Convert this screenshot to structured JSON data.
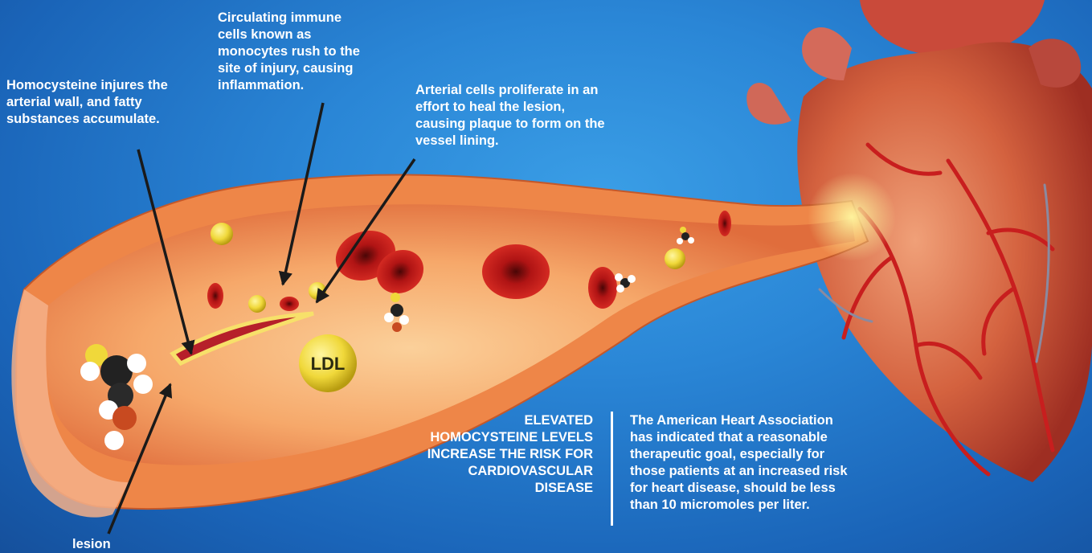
{
  "captions": {
    "homocysteine": "Homocysteine injures the arterial wall, and fatty substances accumulate.",
    "monocytes": "Circulating immune cells known as monocytes rush to the site of injury, causing inflammation.",
    "proliferate": "Arterial cells proliferate in an effort to heal the lesion, causing plaque to form on the vessel lining.",
    "lesion": "lesion",
    "risk": "ELEVATED HOMOCYSTEINE LEVELS INCREASE THE RISK FOR CARDIOVASCULAR DISEASE",
    "aha": "The American Heart Association has indicated that a reasonable therapeutic goal, especially for those patients at an increased risk for heart disease, should be less than 10 micromoles per liter."
  },
  "ldl_label": "LDL",
  "colors": {
    "background": "#2a86d6",
    "artery_wall": "#f08a4a",
    "artery_lumen": "#f7b27a",
    "blood_cell": "#c01818",
    "heart": "#c43a30",
    "ldl": "#e8d23a",
    "caption_text": "#ffffff",
    "arrow": "#1a1a1a"
  }
}
